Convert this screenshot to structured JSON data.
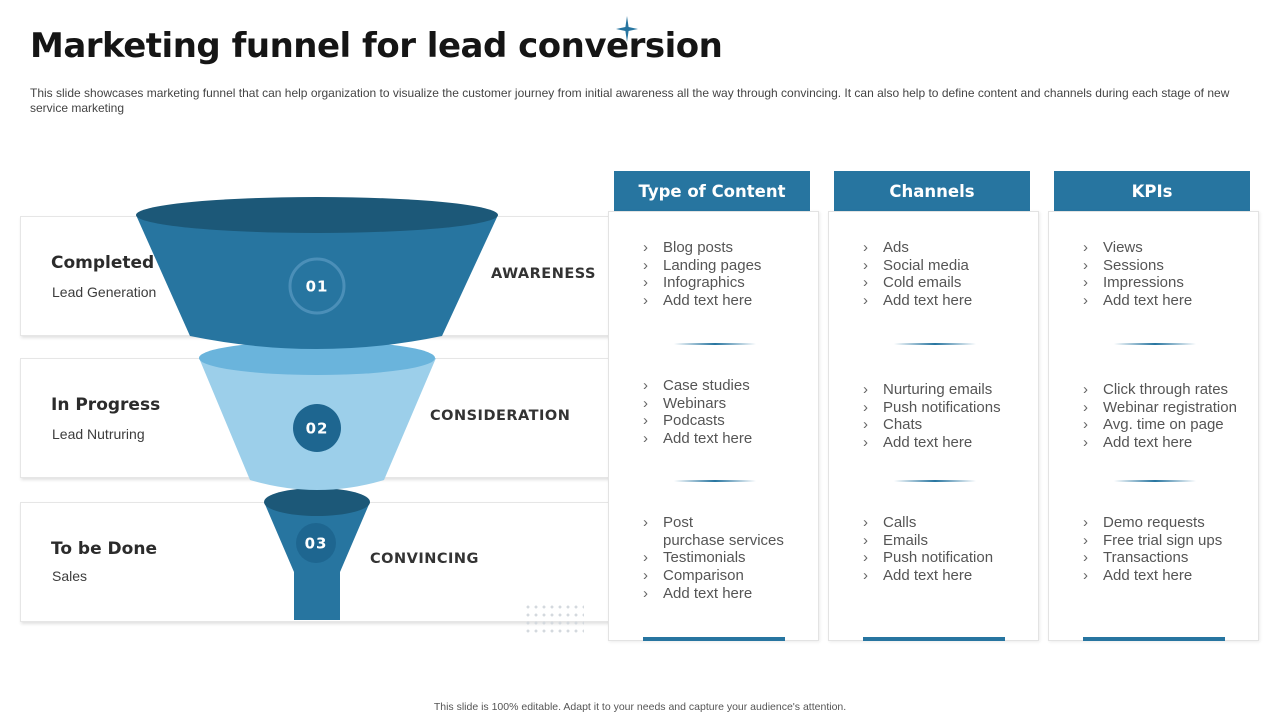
{
  "title": "Marketing funnel for lead conversion",
  "subtitle": "This slide showcases marketing funnel that can help organization to visualize the customer journey from initial awareness all the way through convincing. It can also help to define content and channels during each stage of new service marketing",
  "stages": [
    {
      "status": "Completed",
      "desc": "Lead Generation",
      "number": "01",
      "label": "AWARENESS"
    },
    {
      "status": "In Progress",
      "desc": "Lead Nutruring",
      "number": "02",
      "label": "CONSIDERATION"
    },
    {
      "status": "To be Done",
      "desc": "Sales",
      "number": "03",
      "label": "CONVINCING"
    }
  ],
  "columns": [
    {
      "header": "Type of Content",
      "groups": [
        [
          "Blog posts",
          "Landing pages",
          "Infographics",
          "Add text here"
        ],
        [
          "Case studies",
          "Webinars",
          "Podcasts",
          "Add text here"
        ],
        [
          "Post",
          "purchase services",
          "Testimonials",
          "Comparison",
          "Add text here"
        ]
      ]
    },
    {
      "header": "Channels",
      "groups": [
        [
          "Ads",
          "Social media",
          "Cold emails",
          "Add text here"
        ],
        [
          "Nurturing emails",
          "Push notifications",
          "Chats",
          "Add text here"
        ],
        [
          "Calls",
          "Emails",
          "Push notification",
          "Add text here"
        ]
      ]
    },
    {
      "header": "KPIs",
      "groups": [
        [
          "Views",
          "Sessions",
          "Impressions",
          "Add text here"
        ],
        [
          "Click through rates",
          "Webinar registration",
          "Avg. time on page",
          "Add text here"
        ],
        [
          "Demo requests",
          "Free trial sign ups",
          "Transactions",
          "Add text here"
        ]
      ]
    }
  ],
  "footer": "This slide is 100% editable. Adapt it to your needs and capture your audience's attention.",
  "colors": {
    "primary": "#2775a0",
    "dark_ellipse": "#1c5878",
    "light_funnel": "#9ccfea",
    "light_ellipse": "#6ab4dc",
    "circle_dark": "#1e6690"
  }
}
